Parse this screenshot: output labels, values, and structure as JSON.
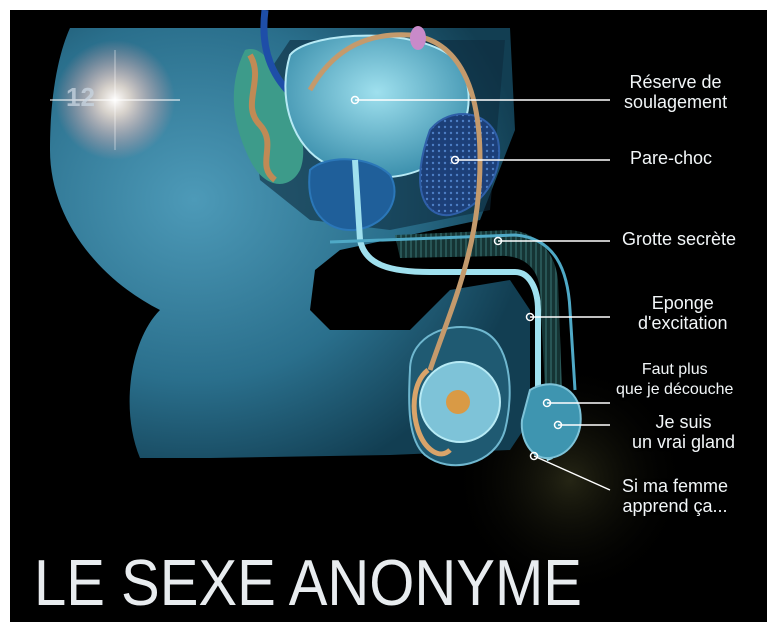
{
  "badge": "12",
  "title": "LE SEXE ANONYME",
  "labels": {
    "reserve": [
      "Réserve de",
      "soulagement"
    ],
    "parechoc": [
      "Pare-choc"
    ],
    "grotte": [
      "Grotte secrète"
    ],
    "eponge": [
      "Eponge",
      "d'excitation"
    ],
    "faut": [
      "Faut plus",
      "que je découche"
    ],
    "gland": [
      "Je suis",
      "un vrai gland"
    ],
    "femme": [
      "Si ma femme",
      "apprend ça..."
    ]
  },
  "colors": {
    "background": "#000000",
    "body": "#2a6f8c",
    "organ": "#7ec3d8",
    "accent_blue": "#1e4ea8",
    "leader": "#ffffff"
  }
}
